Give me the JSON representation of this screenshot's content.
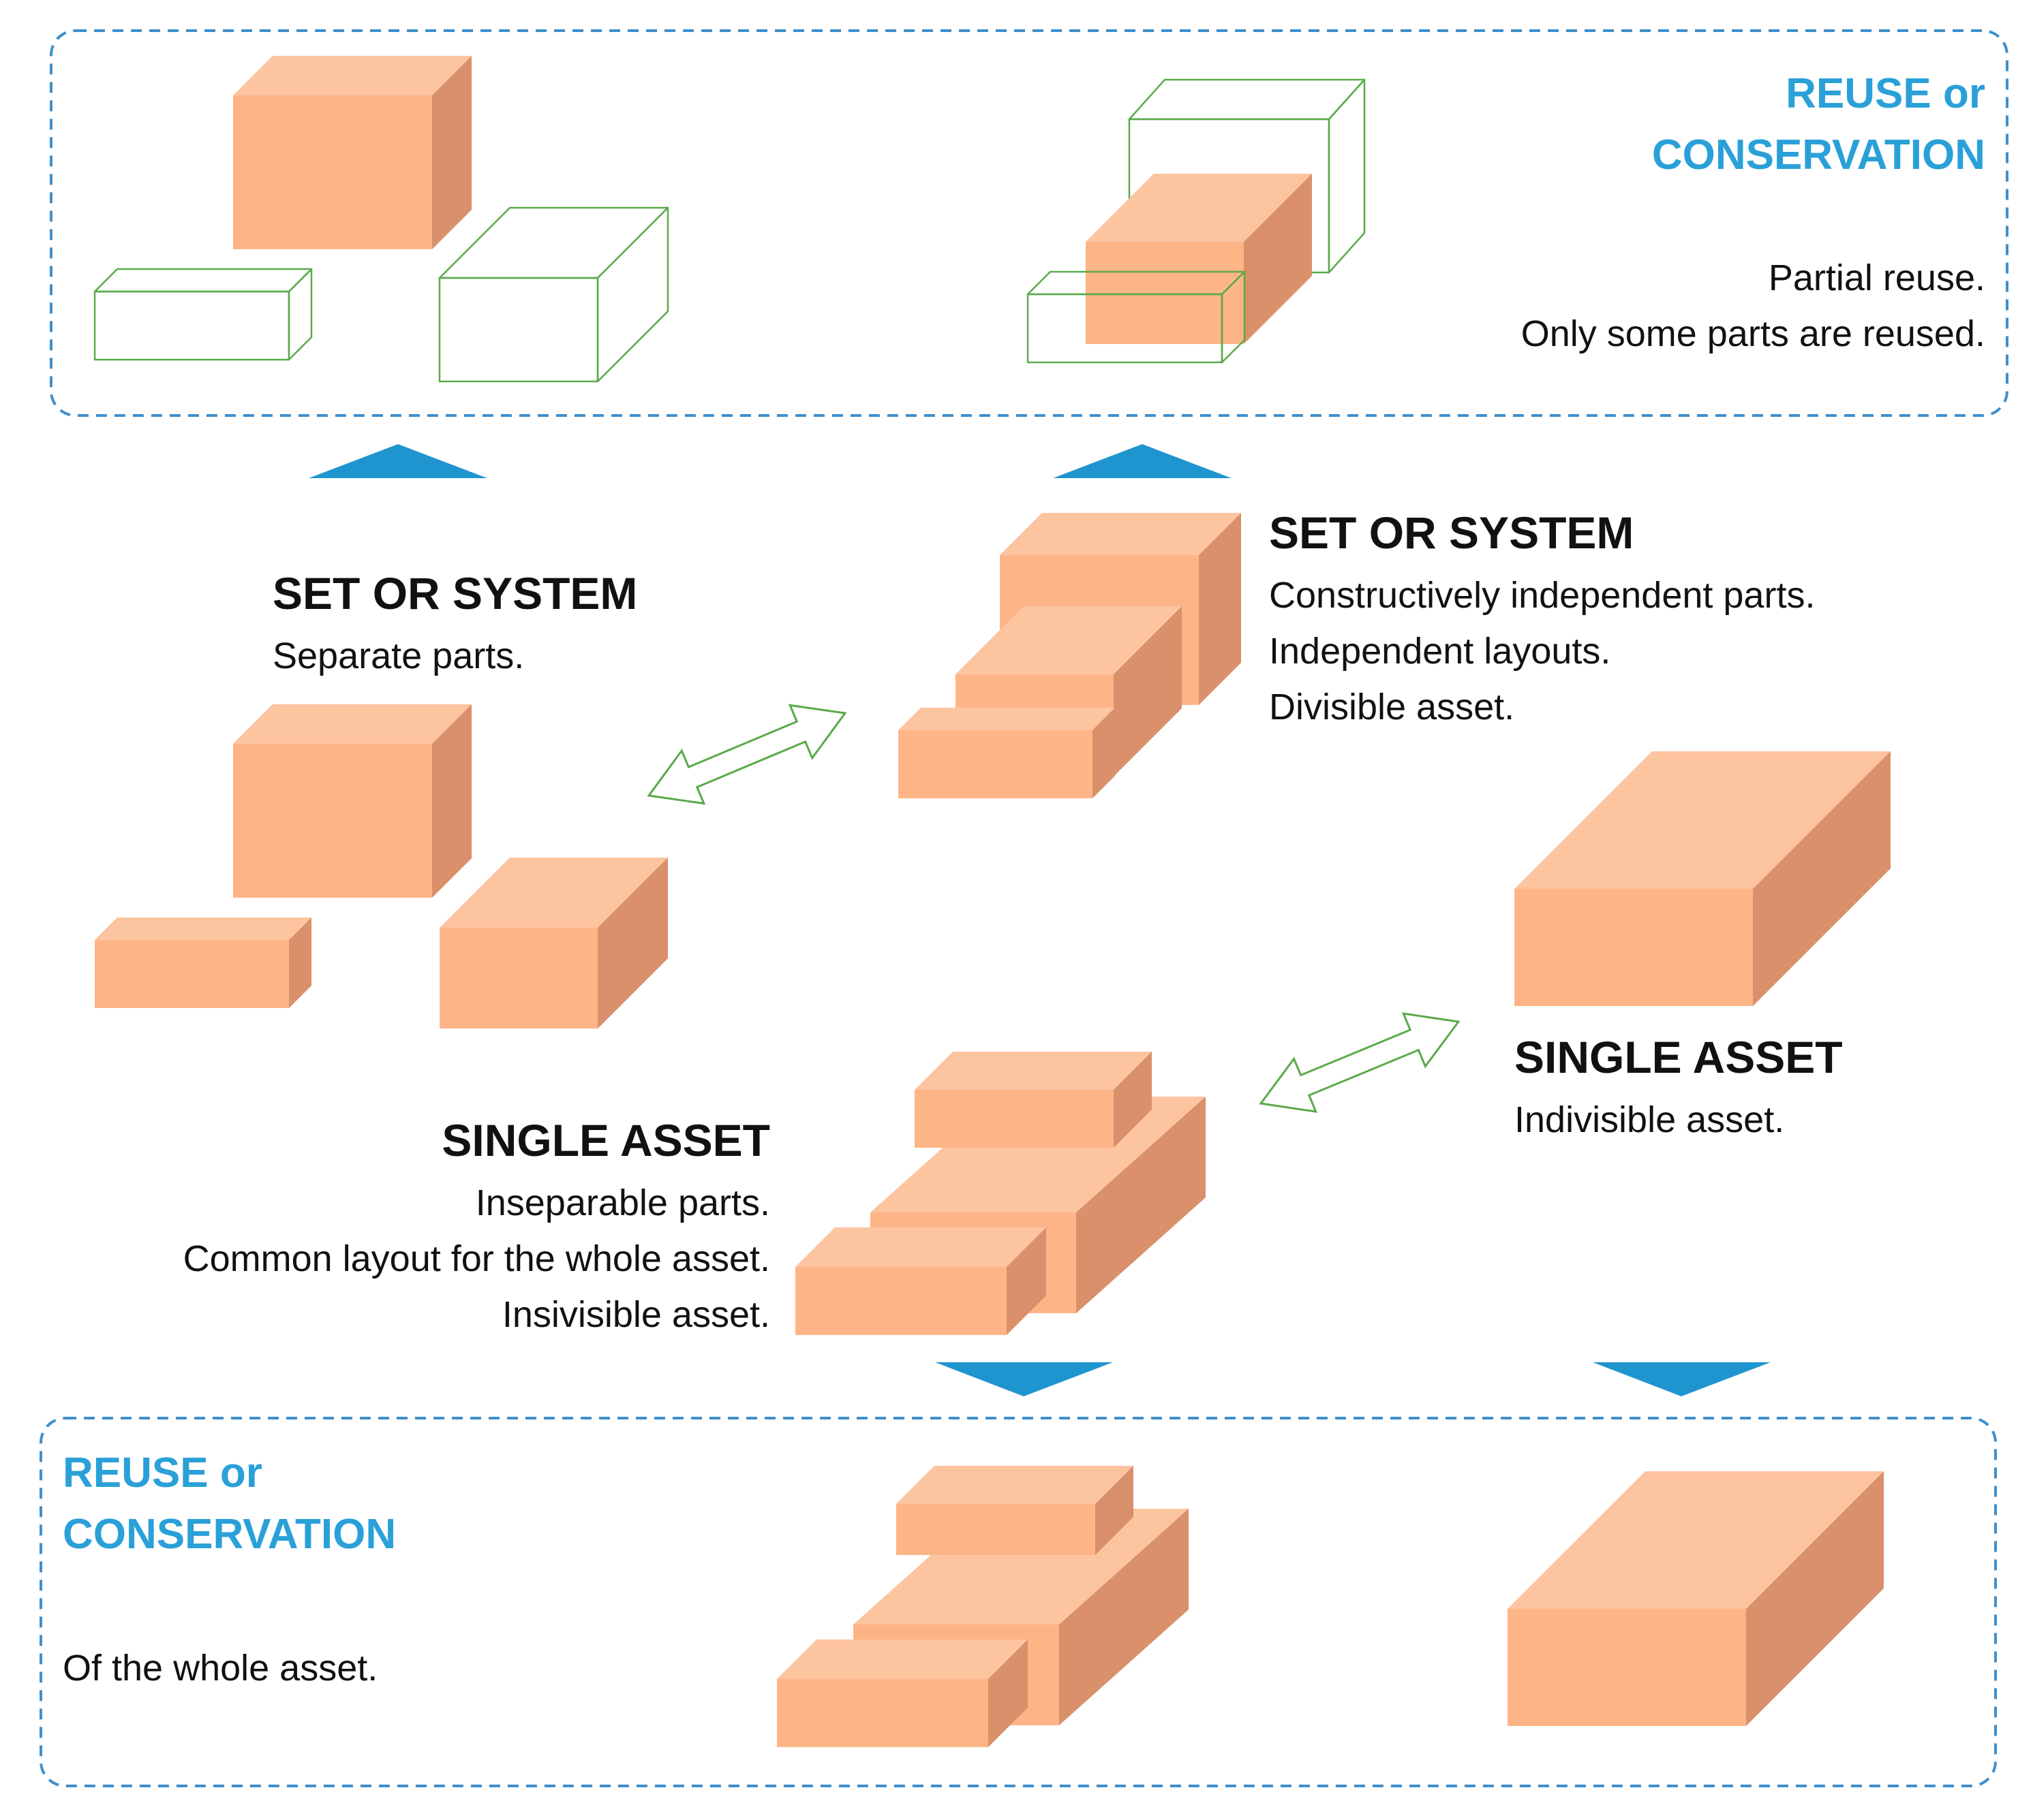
{
  "top_panel": {
    "title_line1": "REUSE or",
    "title_line2": "CONSERVATION",
    "desc_line1": "Partial reuse.",
    "desc_line2": "Only some parts are reused."
  },
  "set_separate": {
    "heading": "SET OR SYSTEM",
    "desc_line1": "Separate parts."
  },
  "set_constructive": {
    "heading": "SET OR SYSTEM",
    "desc_line1": "Constructively independent parts.",
    "desc_line2": "Independent layouts.",
    "desc_line3": "Divisible asset."
  },
  "single_inseparable": {
    "heading": "SINGLE ASSET",
    "desc_line1": "Inseparable parts.",
    "desc_line2": "Common layout for the whole asset.",
    "desc_line3": "Insivisible asset."
  },
  "single_indivisible": {
    "heading": "SINGLE ASSET",
    "desc_line1": "Indivisible asset."
  },
  "bottom_panel": {
    "title_line1": "REUSE or",
    "title_line2": "CONSERVATION",
    "desc_line1": "Of the whole asset."
  },
  "colors": {
    "box_front": "#fdb587",
    "box_top": "#fdc4a0",
    "box_side": "#d9906b",
    "outline_green": "#5aaa4a",
    "accent_blue": "#2aa0d8",
    "triangle_blue": "#1f95cf",
    "border_blue": "#3f8fcc"
  }
}
